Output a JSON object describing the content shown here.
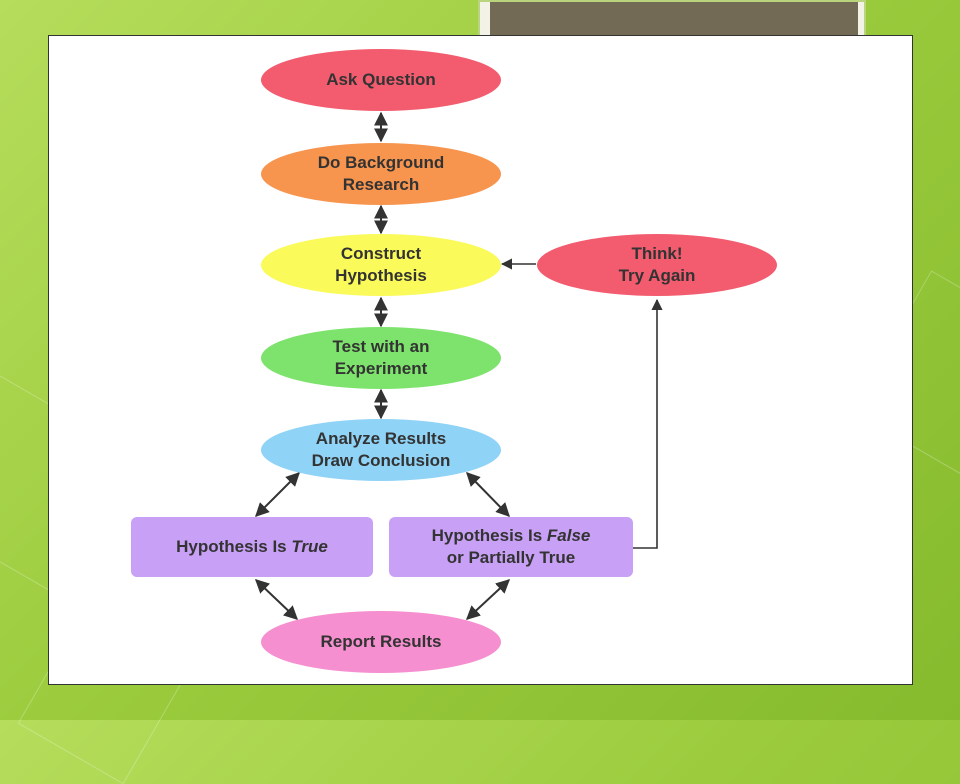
{
  "colors": {
    "ask": "#f25c6e",
    "research": "#f7954f",
    "hypothesis": "#fafa5a",
    "experiment": "#7ee36d",
    "analyze": "#8fd3f7",
    "think": "#f25c6e",
    "hyp_true": "#c8a0f5",
    "hyp_false": "#c8a0f5",
    "report": "#f58fcf",
    "arrow": "#333333"
  },
  "nodes": {
    "ask": "Ask Question",
    "research": "Do Background\nResearch",
    "hypothesis": "Construct\nHypothesis",
    "experiment": "Test with an\nExperiment",
    "analyze": "Analyze Results\nDraw Conclusion",
    "think": "Think!\nTry Again",
    "hyp_true_prefix": "Hypothesis Is ",
    "hyp_true_em": "True",
    "hyp_false_prefix": "Hypothesis Is ",
    "hyp_false_em": "False",
    "hyp_false_suffix": "or Partially True",
    "report": "Report Results"
  }
}
